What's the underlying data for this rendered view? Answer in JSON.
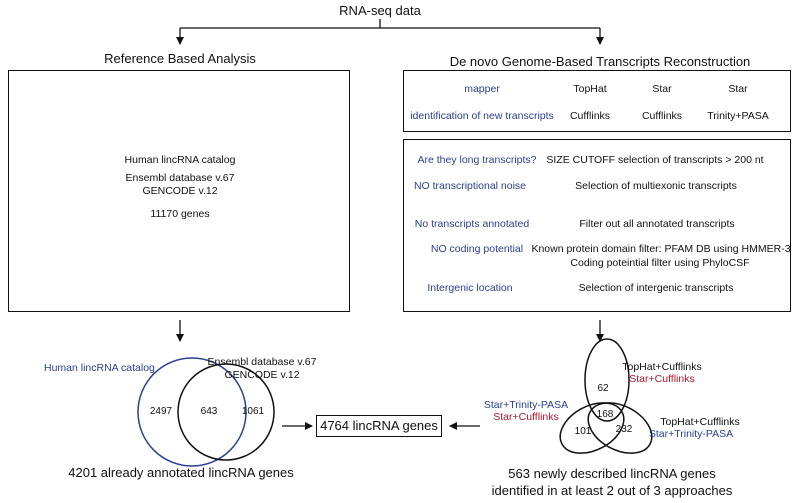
{
  "top": {
    "title": "RNA-seq data"
  },
  "left": {
    "heading": "Reference Based Analysis",
    "catalog_title": "Human lincRNA catalog",
    "catalog_db": "Ensembl database v.67",
    "catalog_gencode": "GENCODE v.12",
    "catalog_genes": "11170 genes"
  },
  "right": {
    "heading": "De novo Genome-Based Transcripts Reconstruction",
    "mapper_label": "mapper",
    "ident_label": "identification of new transcripts",
    "approaches": [
      {
        "mapper": "TopHat",
        "ident": "Cufflinks"
      },
      {
        "mapper": "Star",
        "ident": "Cufflinks"
      },
      {
        "mapper": "Star",
        "ident": "Trinity+PASA"
      }
    ],
    "filters": [
      {
        "question": "Are they long transcripts?",
        "action": "SIZE CUTOFF selection of transcripts > 200 nt"
      },
      {
        "question": "NO transcriptional noise",
        "action": "Selection of multiexonic transcripts"
      },
      {
        "question": "No transcripts annotated",
        "action": "Filter out all annotated transcripts"
      },
      {
        "question": "NO coding potential",
        "action": "Known protein domain filter: PFAM DB using HMMER-3",
        "action2": "Coding poteintial filter using PhyloCSF"
      },
      {
        "question": "Intergenic location",
        "action": "Selection of intergenic transcripts"
      }
    ]
  },
  "venn_left": {
    "label_a": "Human lincRNA catalog",
    "label_b1": "Ensembl database v.67",
    "label_b2": "GENCODE v.12",
    "only_a": "2497",
    "both": "643",
    "only_b": "1061",
    "caption": "4201 already annotated lincRNA genes"
  },
  "center": {
    "result": "4764 lincRNA genes"
  },
  "venn_right": {
    "top_label1": "TopHat+Cufflinks",
    "top_label2": "Star+Cufflinks",
    "left_label1": "Star+Trinity-PASA",
    "left_label2": "Star+Cufflinks",
    "right_label1": "TopHat+Cufflinks",
    "right_label2": "Star+Trinity-PASA",
    "v_top": "62",
    "v_center": "168",
    "v_left": "101",
    "v_right": "232",
    "caption1": "563 newly described lincRNA genes",
    "caption2": "identified in at least 2 out of 3 approaches"
  },
  "colors": {
    "blue": "#2a3f8f",
    "red": "#b0182d"
  }
}
